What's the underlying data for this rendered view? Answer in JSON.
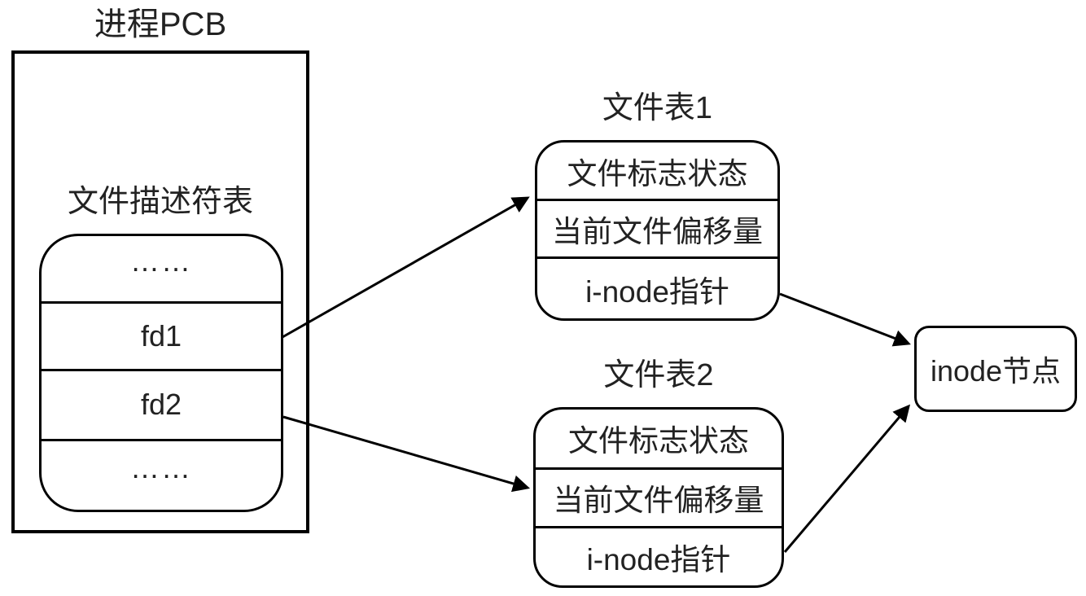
{
  "diagram": {
    "pcb": {
      "title": "进程PCB",
      "descriptor_table_label": "文件描述符表",
      "fd_rows": [
        "……",
        "fd1",
        "fd2",
        "……"
      ]
    },
    "file_tables": [
      {
        "title": "文件表1",
        "rows": [
          "文件标志状态",
          "当前文件偏移量",
          "i-node指针"
        ]
      },
      {
        "title": "文件表2",
        "rows": [
          "文件标志状态",
          "当前文件偏移量",
          "i-node指针"
        ]
      }
    ],
    "inode": {
      "label": "inode节点"
    },
    "colors": {
      "stroke": "#000000",
      "text": "#222222",
      "background": "#ffffff"
    }
  }
}
